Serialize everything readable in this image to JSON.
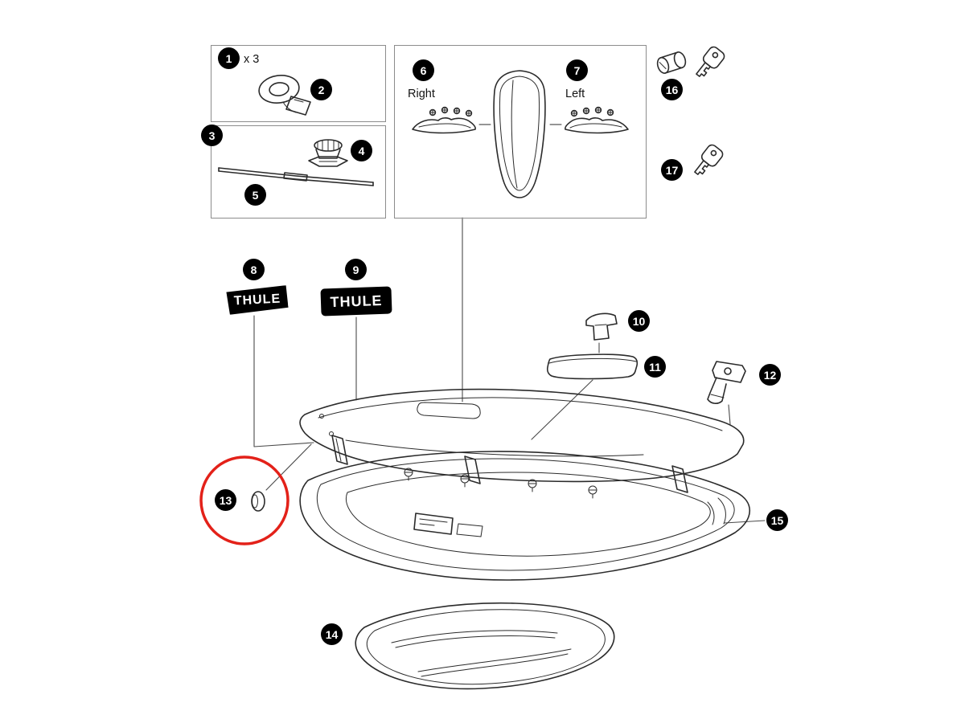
{
  "badges": [
    "1",
    "2",
    "3",
    "4",
    "5",
    "6",
    "7",
    "8",
    "9",
    "10",
    "11",
    "12",
    "13",
    "14",
    "15",
    "16",
    "17"
  ],
  "labels": {
    "quantity_note": "x 3",
    "right": "Right",
    "left": "Left"
  },
  "logos": {
    "thule_label_8": "THULE",
    "thule_label_9": "THULE"
  },
  "colors": {
    "background": "#ffffff",
    "badge_background": "#000000",
    "badge_text": "#ffffff",
    "line_art": "#2b2b2b",
    "group_box_border": "#8c8c8c",
    "highlight_circle": "#e32119"
  },
  "icons": {
    "part_2": "strap-icon",
    "part_4": "tensioning-knob-icon",
    "part_5": "spreader-rod-icon",
    "part_6": "right-spoiler-fitting-icon",
    "part_7": "left-spoiler-fitting-icon",
    "center_part": "rear-spoiler-icon",
    "part_10": "lid-clip-icon",
    "part_11": "handle-block-icon",
    "part_12": "lid-lifter-bracket-icon",
    "part_13": "hole-plug-icon",
    "part_14": "base-panel-icon",
    "part_16": "lock-cylinder-and-key-icon",
    "part_17": "key-icon",
    "main": "roof-box-lid-and-base-icon"
  }
}
